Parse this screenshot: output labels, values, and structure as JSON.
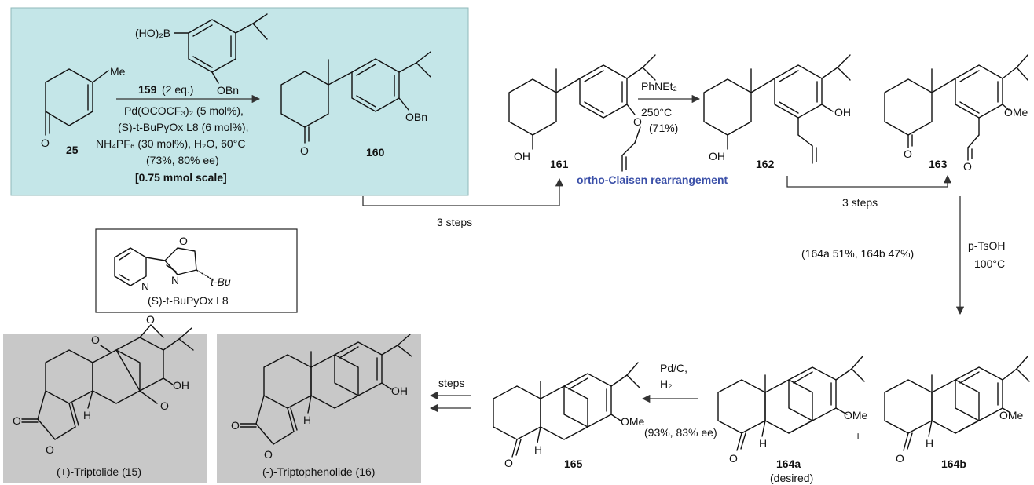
{
  "colors": {
    "reaction_box": "#c4e6e8",
    "product_box": "#c8c8c8",
    "rearrangement_label": "#3a4fa8",
    "ink": "#111111"
  },
  "labels": {
    "boronic_acid": "(HO)₂B",
    "obn": "OBn",
    "me": "Me",
    "ome": "OMe",
    "oh": "OH",
    "o": "O",
    "h": "H",
    "n": "N",
    "tbu": "t-Bu",
    "plus": "+"
  },
  "compounds": {
    "c25": "25",
    "c159": "159",
    "c159_equiv": "(2 eq.)",
    "c160": "160",
    "c161": "161",
    "c162": "162",
    "c163": "163",
    "c164a": "164a",
    "c164a_note": "(desired)",
    "c164b": "164b",
    "c165": "165",
    "triptolide": "(+)-Triptolide (15)",
    "triptophenolide": "(-)-Triptophenolide (16)",
    "ligand": "(S)-t-BuPyOx L8"
  },
  "conditions": {
    "step1_line1": "Pd(OCOCF₃)₂ (5 mol%),",
    "step1_line2": "(S)-t-BuPyOx L8 (6 mol%),",
    "step1_line3": "NH₄PF₆ (30 mol%), H₂O, 60°C",
    "step1_line4": "(73%, 80% ee)",
    "step1_line5": "[0.75 mmol scale]",
    "claisen_reagent": "PhNEt₂",
    "claisen_temp": "250°C",
    "claisen_yield": "(71%)",
    "claisen_label": "ortho-Claisen rearrangement",
    "three_steps_a": "3 steps",
    "three_steps_b": "3 steps",
    "acid_reagent": "p-TsOH",
    "acid_temp": "100°C",
    "acid_yields": "(164a 51%, 164b 47%)",
    "hydrog_reagent": "Pd/C,",
    "hydrog_gas": "H₂",
    "hydrog_yield": "(93%, 83% ee)",
    "final_steps": "steps"
  }
}
